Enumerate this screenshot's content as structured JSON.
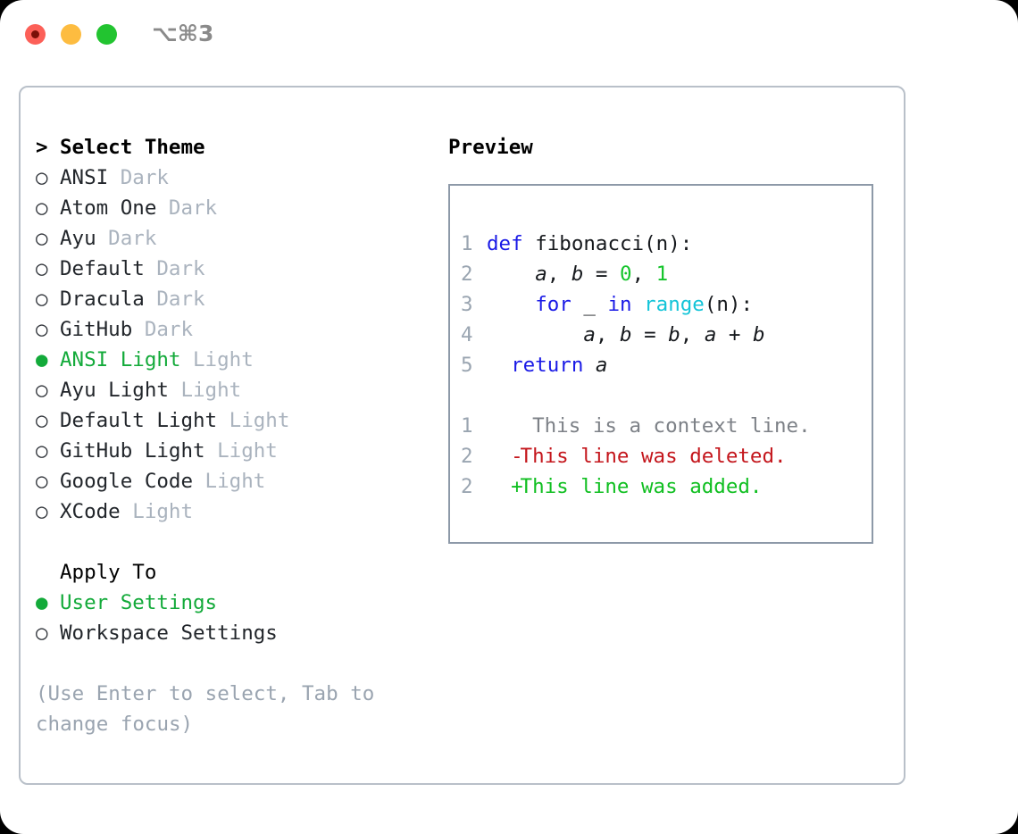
{
  "titlebar": {
    "shortcut": "⌥⌘3",
    "dots": [
      {
        "name": "close",
        "color": "#fc6058"
      },
      {
        "name": "minimize",
        "color": "#fdbc40"
      },
      {
        "name": "maximize",
        "color": "#22c430"
      }
    ]
  },
  "theme_picker": {
    "header_prefix": ">",
    "header": "Select Theme",
    "bullet_off": "○",
    "bullet_on": "●",
    "items": [
      {
        "name": "ANSI",
        "category": "Dark",
        "selected": false
      },
      {
        "name": "Atom One",
        "category": "Dark",
        "selected": false
      },
      {
        "name": "Ayu",
        "category": "Dark",
        "selected": false
      },
      {
        "name": "Default",
        "category": "Dark",
        "selected": false
      },
      {
        "name": "Dracula",
        "category": "Dark",
        "selected": false
      },
      {
        "name": "GitHub",
        "category": "Dark",
        "selected": false
      },
      {
        "name": "ANSI Light",
        "category": "Light",
        "selected": true
      },
      {
        "name": "Ayu Light",
        "category": "Light",
        "selected": false
      },
      {
        "name": "Default Light",
        "category": "Light",
        "selected": false
      },
      {
        "name": "GitHub Light",
        "category": "Light",
        "selected": false
      },
      {
        "name": "Google Code",
        "category": "Light",
        "selected": false
      },
      {
        "name": "XCode",
        "category": "Light",
        "selected": false
      }
    ]
  },
  "apply_to": {
    "title": "Apply To",
    "options": [
      {
        "label": "User Settings",
        "selected": true
      },
      {
        "label": "Workspace Settings",
        "selected": false
      }
    ]
  },
  "hint": "(Use Enter to select, Tab to change focus)",
  "preview": {
    "title": "Preview",
    "code_lines": [
      {
        "lno": "1",
        "tokens": [
          {
            "text": "def ",
            "type": "kw"
          },
          {
            "text": "fibonacci(n):",
            "type": "id"
          }
        ]
      },
      {
        "lno": "2",
        "tokens": [
          {
            "text": "    ",
            "type": "plain"
          },
          {
            "text": "a",
            "type": "var"
          },
          {
            "text": ", ",
            "type": "plain"
          },
          {
            "text": "b",
            "type": "var"
          },
          {
            "text": " = ",
            "type": "plain"
          },
          {
            "text": "0",
            "type": "num"
          },
          {
            "text": ", ",
            "type": "plain"
          },
          {
            "text": "1",
            "type": "num"
          }
        ]
      },
      {
        "lno": "3",
        "tokens": [
          {
            "text": "    ",
            "type": "plain"
          },
          {
            "text": "for",
            "type": "kw"
          },
          {
            "text": " _ ",
            "type": "plain"
          },
          {
            "text": "in",
            "type": "kw"
          },
          {
            "text": " ",
            "type": "plain"
          },
          {
            "text": "range",
            "type": "fn"
          },
          {
            "text": "(n):",
            "type": "id"
          }
        ]
      },
      {
        "lno": "4",
        "tokens": [
          {
            "text": "        ",
            "type": "plain"
          },
          {
            "text": "a",
            "type": "var"
          },
          {
            "text": ", ",
            "type": "plain"
          },
          {
            "text": "b",
            "type": "var"
          },
          {
            "text": " = ",
            "type": "plain"
          },
          {
            "text": "b",
            "type": "var"
          },
          {
            "text": ", ",
            "type": "plain"
          },
          {
            "text": "a",
            "type": "var"
          },
          {
            "text": " + ",
            "type": "plain"
          },
          {
            "text": "b",
            "type": "var"
          }
        ]
      },
      {
        "lno": "5",
        "tokens": [
          {
            "text": "  ",
            "type": "plain"
          },
          {
            "text": "return",
            "type": "kw"
          },
          {
            "text": " ",
            "type": "plain"
          },
          {
            "text": "a",
            "type": "var"
          }
        ]
      }
    ],
    "diff_lines": [
      {
        "lno": "1",
        "mark": " ",
        "text": " This is a context line.",
        "type": "ctx"
      },
      {
        "lno": "2",
        "mark": "-",
        "text": "This line was deleted.",
        "type": "del"
      },
      {
        "lno": "2",
        "mark": "+",
        "text": "This line was added.",
        "type": "add"
      }
    ]
  },
  "colors": {
    "accent_green": "#13aa3a",
    "keyword_blue": "#1a1ae6",
    "number_green": "#13c42a",
    "function_cyan": "#13c4d8",
    "diff_delete": "#c4161c",
    "diff_add": "#10bf21",
    "muted_gray": "#aab3be"
  }
}
